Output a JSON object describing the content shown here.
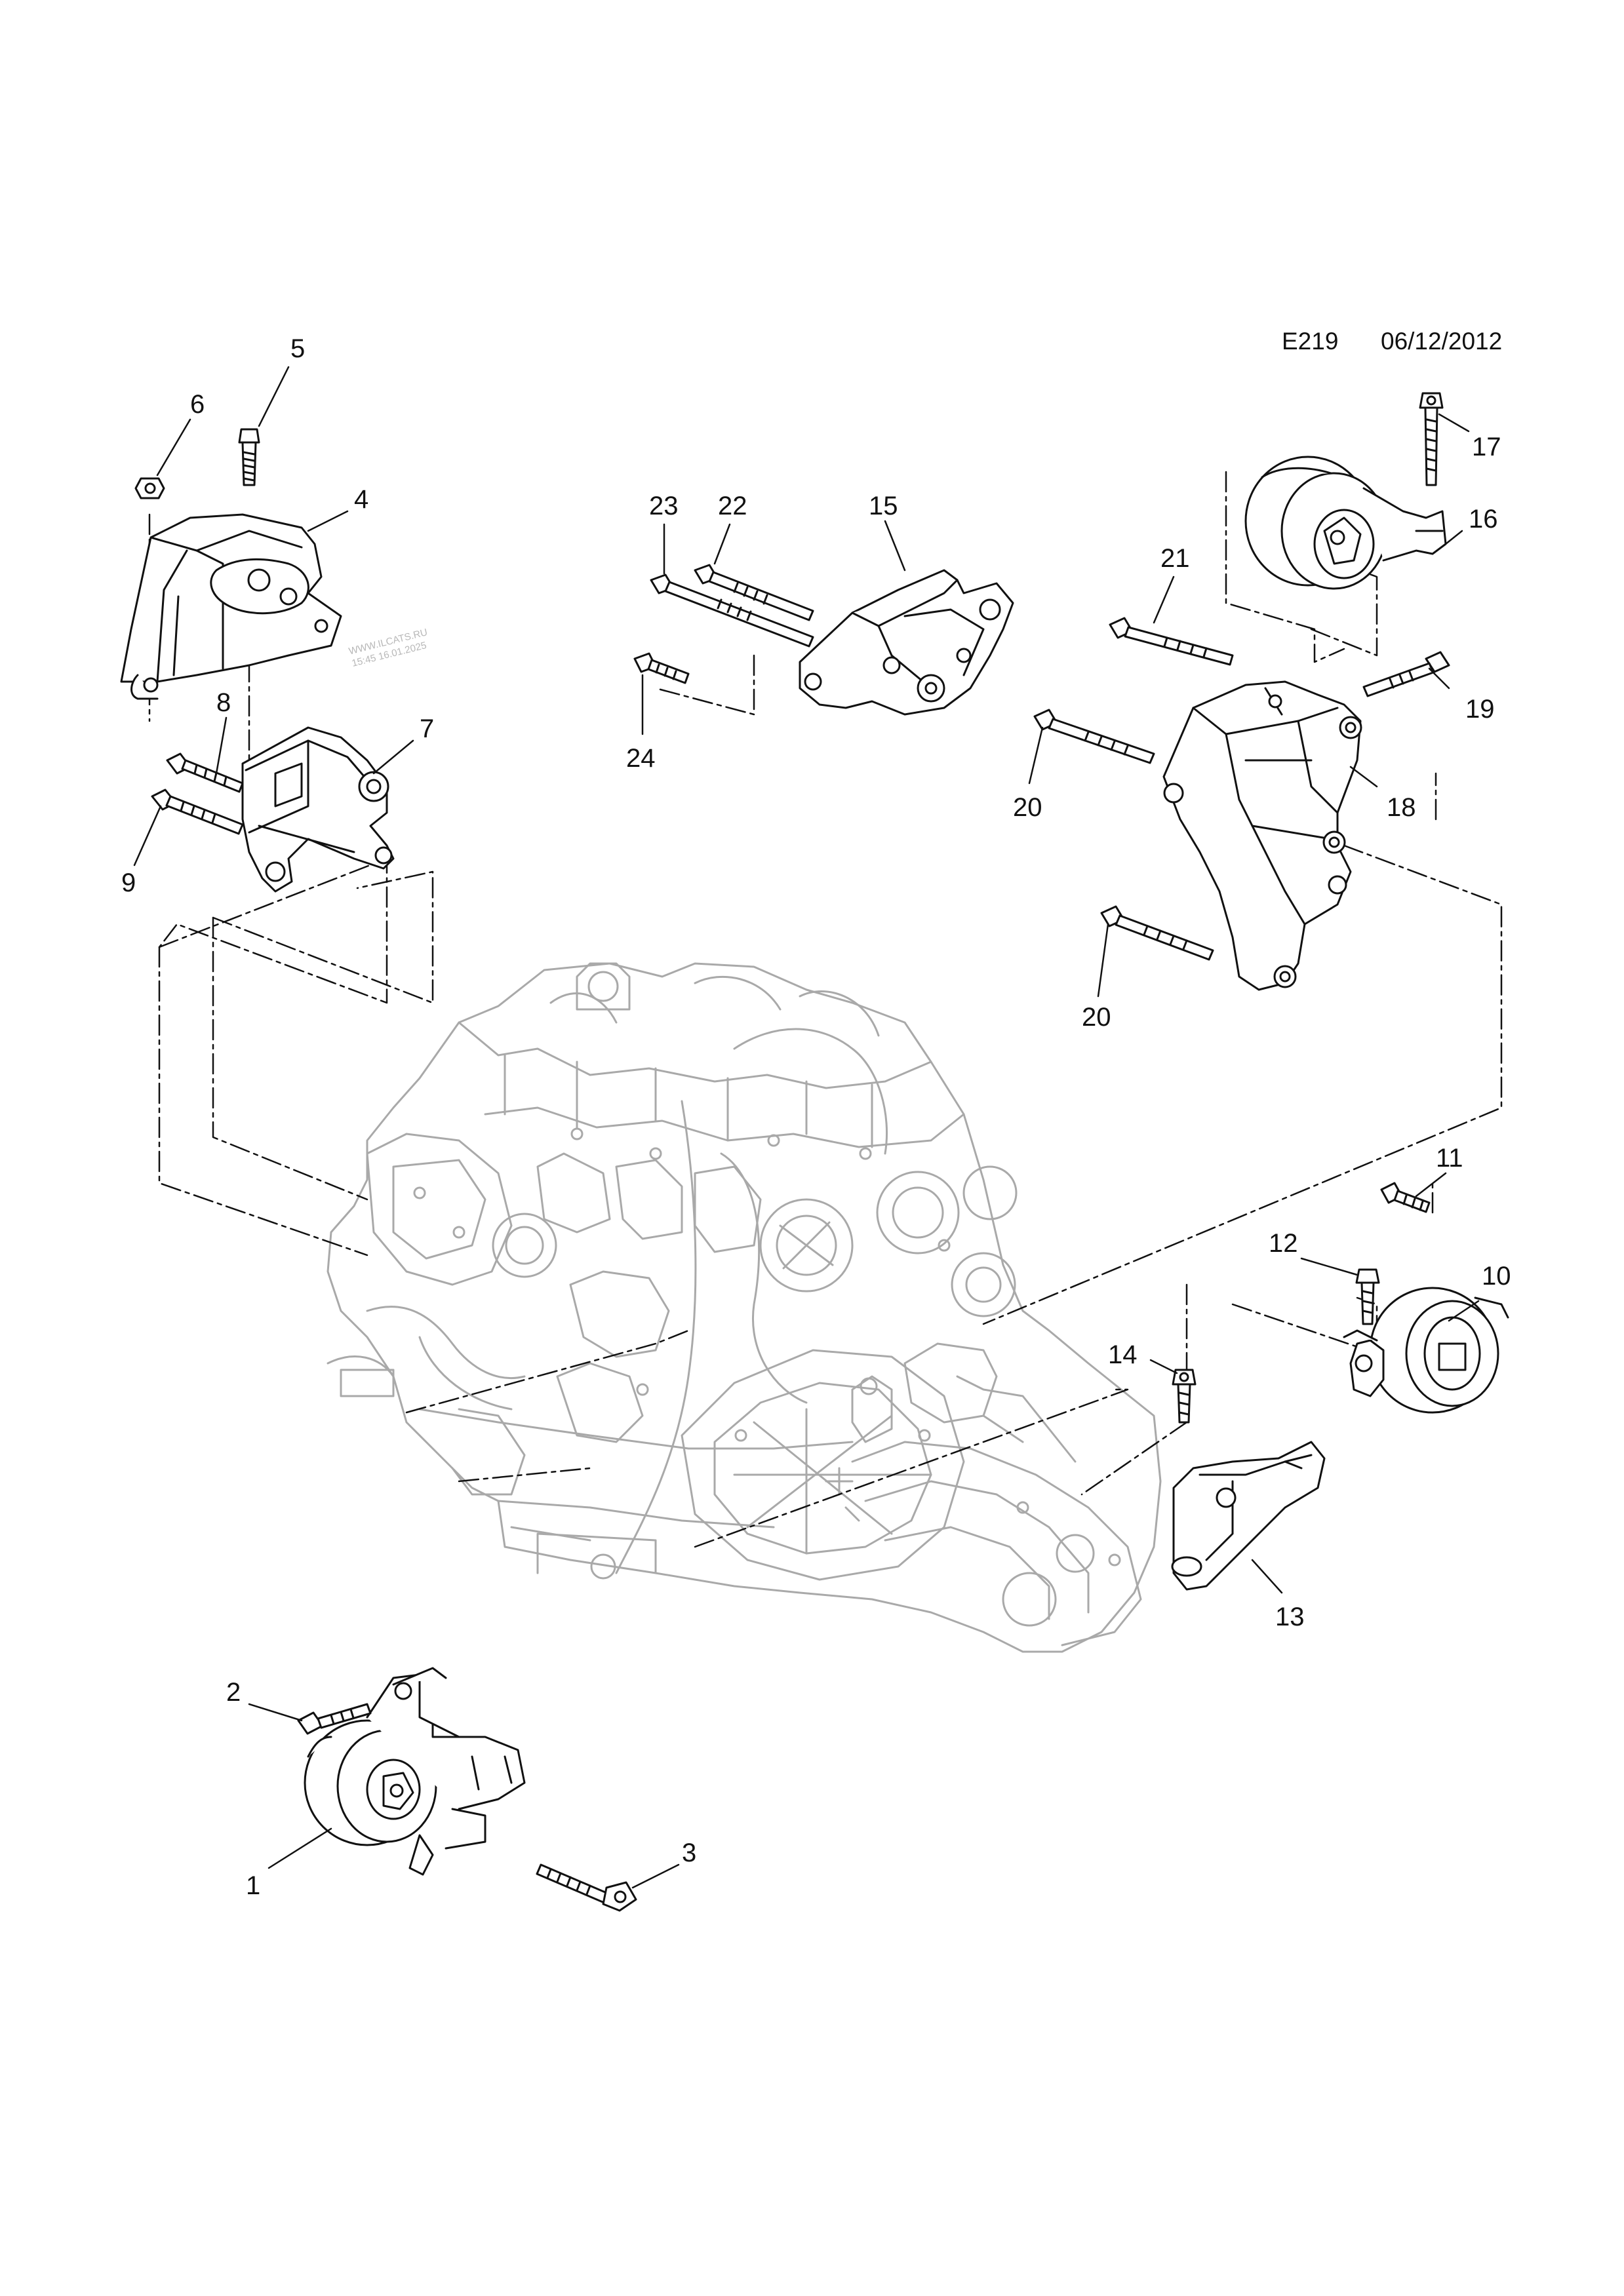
{
  "header": {
    "code": "E219",
    "date": "06/12/2012"
  },
  "watermark": {
    "line1": "WWW.ILCATS.RU",
    "line2": "15:45 16.01.2025"
  },
  "callouts": [
    "1",
    "2",
    "3",
    "4",
    "5",
    "6",
    "7",
    "8",
    "9",
    "10",
    "11",
    "12",
    "13",
    "14",
    "15",
    "16",
    "17",
    "18",
    "19",
    "20",
    "20",
    "21",
    "22",
    "23",
    "24"
  ],
  "parts": {
    "engine": "engine-transmission-assembly",
    "mounts": [
      "front-left-engine-mount",
      "rear-engine-mount",
      "right-engine-mount",
      "transmission-mount",
      "right-mount-insulator"
    ],
    "brackets": [
      "mount-bracket-7",
      "bracket-13",
      "bracket-15",
      "bracket-18"
    ],
    "fasteners": [
      "bolt",
      "nut",
      "stud-bolt"
    ]
  }
}
